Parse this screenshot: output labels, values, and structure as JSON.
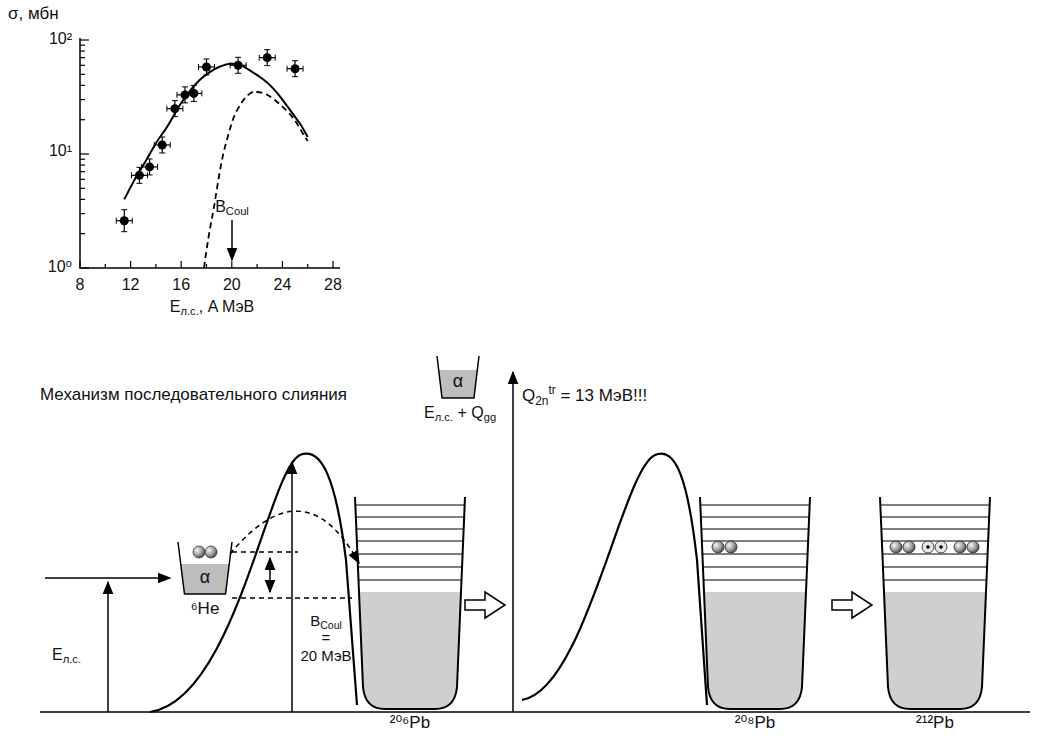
{
  "diagram": {
    "nodes": [
      {
        "text": [
          "α"
        ]
      },
      {
        "text": [
          "α",
          "⁶He"
        ]
      },
      {
        "text": [
          "²⁰⁶Pb"
        ]
      },
      {
        "text": [
          "²⁰⁸Pb"
        ]
      },
      {
        "text": [
          "²¹²Pb"
        ]
      }
    ],
    "edges": [
      {
        "from": 1,
        "to": 2,
        "arrow": "to"
      }
    ],
    "labels": [
      "σ, мбн",
      "10²",
      "10¹",
      "10⁰",
      "8",
      "12",
      "16",
      "20",
      "24",
      "28",
      "Eл.с., A МэВ",
      "BCoul",
      "Механизм последовательного слияния",
      "Eл.с. + Qgg",
      "Q2ntr = 13 МэВ!!!",
      "Eл.с.",
      "BCoul = 20 МэВ"
    ]
  }
}
